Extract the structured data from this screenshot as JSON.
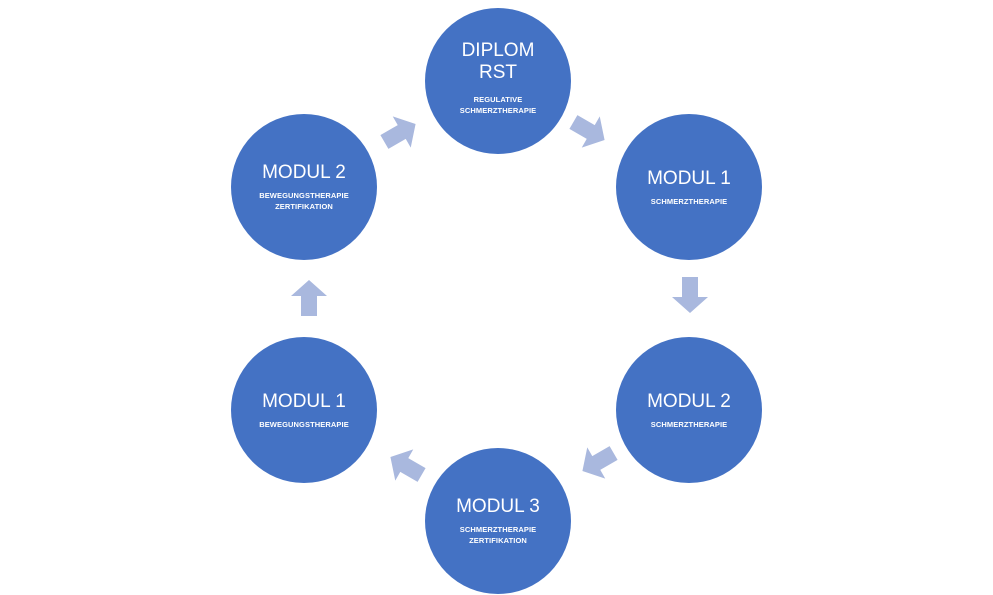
{
  "diagram": {
    "nodes": [
      {
        "id": "diplom",
        "title": "DIPLOM\nRST",
        "subtitle": "REGULATIVE\nSCHMERZTHERAPIE"
      },
      {
        "id": "m1s",
        "title": "MODUL 1",
        "subtitle": "SCHMERZTHERAPIE"
      },
      {
        "id": "m2s",
        "title": "MODUL 2",
        "subtitle": "SCHMERZTHERAPIE"
      },
      {
        "id": "m3s",
        "title": "MODUL 3",
        "subtitle": "SCHMERZTHERAPIE\nZERTIFIKATION"
      },
      {
        "id": "m1b",
        "title": "MODUL 1",
        "subtitle": "BEWEGUNGSTHERAPIE"
      },
      {
        "id": "m2b",
        "title": "MODUL 2",
        "subtitle": "BEWEGUNGSTHERAPIE\nZERTIFIKATION"
      }
    ],
    "flow": [
      "diplom",
      "m1s",
      "m2s",
      "m3s",
      "m1b",
      "m2b",
      "diplom"
    ],
    "colors": {
      "node": "#4472C4",
      "arrow": "#A9B8DE",
      "text": "#FFFFFF"
    }
  }
}
